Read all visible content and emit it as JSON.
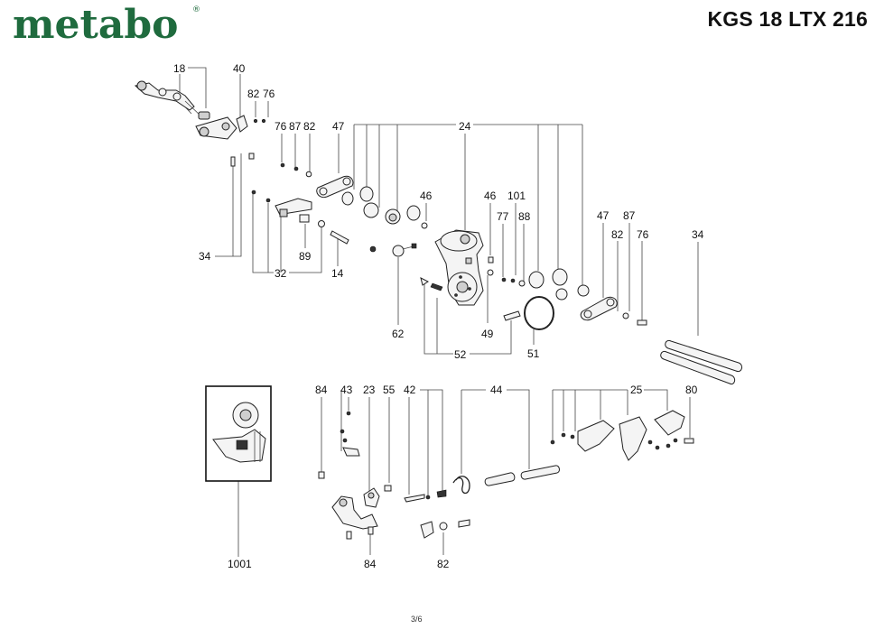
{
  "brand": {
    "logo_text": "metabo",
    "registered_mark": "®"
  },
  "header": {
    "model": "KGS 18 LTX 216"
  },
  "footer": {
    "page_number": "3/6"
  },
  "callouts": {
    "c18": "18",
    "c40": "40",
    "c82a": "82",
    "c76a": "76",
    "c76b": "76",
    "c87a": "87",
    "c82b": "82",
    "c47a": "47",
    "c24": "24",
    "c46a": "46",
    "c46b": "46",
    "c101": "101",
    "c77": "77",
    "c88": "88",
    "c47b": "47",
    "c87b": "87",
    "c82c": "82",
    "c76c": "76",
    "c34a": "34",
    "c34b": "34",
    "c89": "89",
    "c32": "32",
    "c14": "14",
    "c62": "62",
    "c49": "49",
    "c51": "51",
    "c52": "52",
    "c84a": "84",
    "c43": "43",
    "c23": "23",
    "c55": "55",
    "c42": "42",
    "c44": "44",
    "c25": "25",
    "c80": "80",
    "c1001": "1001",
    "c84b": "84",
    "c82d": "82"
  },
  "colors": {
    "brand_green": "#1f6b3e",
    "line": "#444444",
    "part_fill": "#f4f4f4"
  }
}
